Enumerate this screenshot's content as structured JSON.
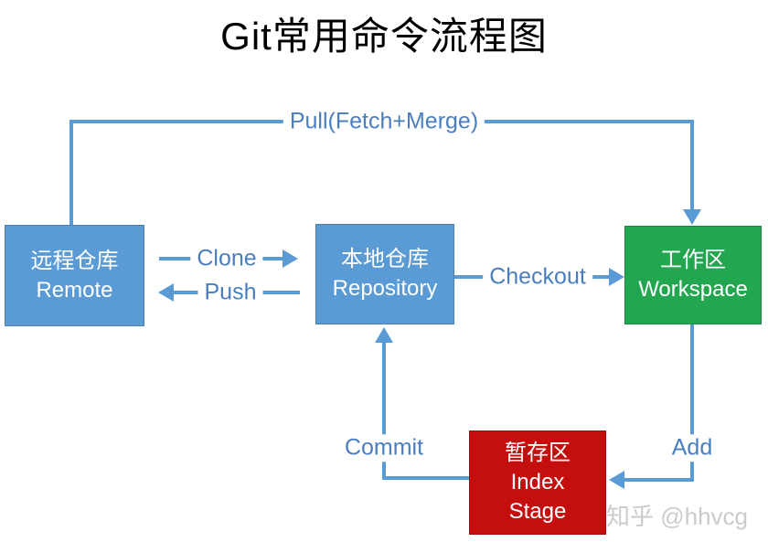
{
  "title": "Git常用命令流程图",
  "watermark": "知乎 @hhvcg",
  "colors": {
    "box_blue": "#5B9BD5",
    "box_green": "#22A750",
    "box_red": "#C50F0F",
    "arrow_blue": "#5B9BD5",
    "edge_label_blue": "#4A7EBE",
    "watermark_gray": "#CBCBCB",
    "title_black": "#000000",
    "node_text_white": "#FFFFFF"
  },
  "nodes": {
    "remote": {
      "lines": [
        "远程仓库",
        "Remote"
      ]
    },
    "repository": {
      "lines": [
        "本地仓库",
        "Repository"
      ]
    },
    "workspace": {
      "lines": [
        "工作区",
        "Workspace"
      ]
    },
    "index": {
      "lines": [
        "暂存区",
        "Index",
        "Stage"
      ]
    }
  },
  "edges": {
    "pull": "Pull(Fetch+Merge)",
    "clone": "Clone",
    "push": "Push",
    "checkout": "Checkout",
    "commit": "Commit",
    "add": "Add"
  }
}
